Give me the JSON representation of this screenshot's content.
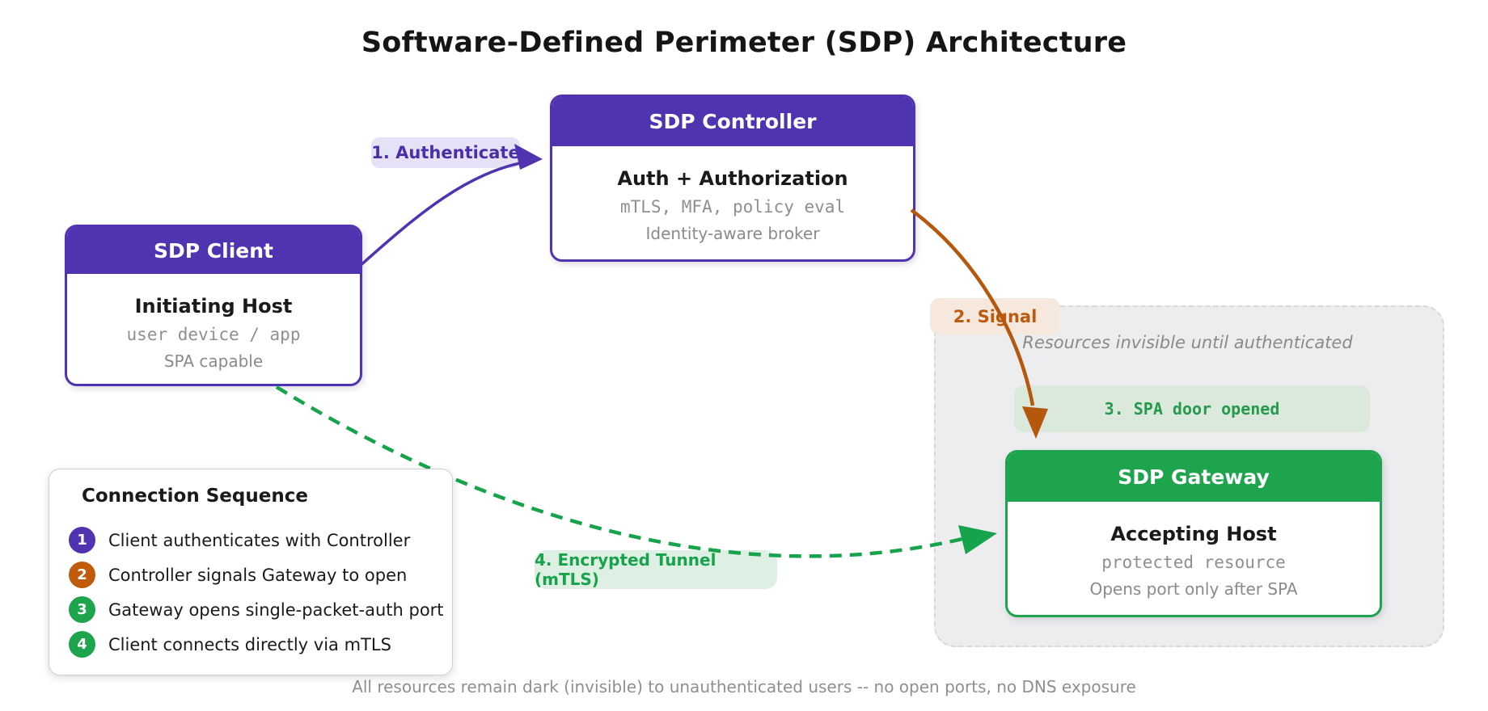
{
  "title": "Software-Defined Perimeter (SDP) Architecture",
  "nodes": {
    "controller": {
      "header": "SDP Controller",
      "title": "Auth + Authorization",
      "mono": "mTLS, MFA, policy eval",
      "sub": "Identity-aware broker"
    },
    "client": {
      "header": "SDP Client",
      "title": "Initiating Host",
      "mono": "user device / app",
      "sub": "SPA capable"
    },
    "gateway": {
      "header": "SDP Gateway",
      "title": "Accepting Host",
      "mono": "protected resource",
      "sub": "Opens port only after SPA"
    }
  },
  "zone": {
    "note": "Resources invisible until authenticated",
    "spa_label": "3. SPA door opened"
  },
  "edges": {
    "authenticate": "1. Authenticate",
    "signal": "2. Signal",
    "tunnel": "4. Encrypted Tunnel (mTLS)"
  },
  "legend": {
    "title": "Connection Sequence",
    "items": [
      {
        "num": "1",
        "text": "Client authenticates with Controller"
      },
      {
        "num": "2",
        "text": "Controller signals Gateway to open"
      },
      {
        "num": "3",
        "text": "Gateway opens single-packet-auth port"
      },
      {
        "num": "4",
        "text": "Client connects directly via mTLS"
      }
    ]
  },
  "caption": "All resources remain dark (invisible) to unauthenticated users -- no open ports, no DNS exposure",
  "colors": {
    "purple": "#4f33b0",
    "purple_pill_bg": "#e5e1f6",
    "orange": "#bd5a0c",
    "orange_pill_bg": "#f7e8dd",
    "green": "#1ea44c",
    "green_pill_bg": "#def0e4",
    "spa_pill_bg": "#dbe9dc",
    "zone_bg": "#ededf0",
    "muted_text": "#8a8a8a"
  }
}
